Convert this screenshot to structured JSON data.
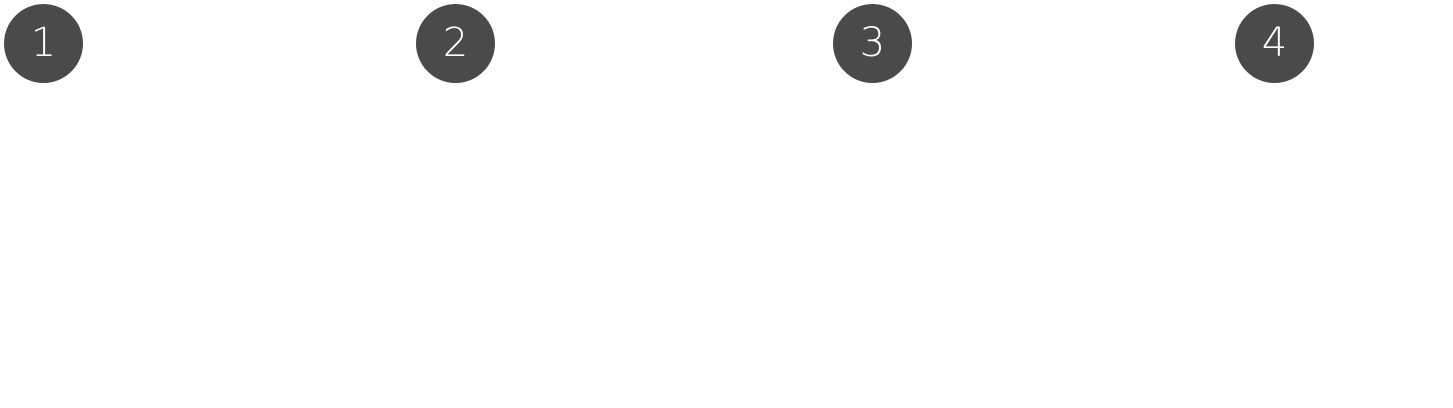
{
  "steps": [
    {
      "number": "1"
    },
    {
      "number": "2"
    },
    {
      "number": "3"
    },
    {
      "number": "4"
    }
  ],
  "colors": {
    "badge_background": "#4a4a4a",
    "badge_text": "#ffffff",
    "page_background": "#ffffff"
  }
}
